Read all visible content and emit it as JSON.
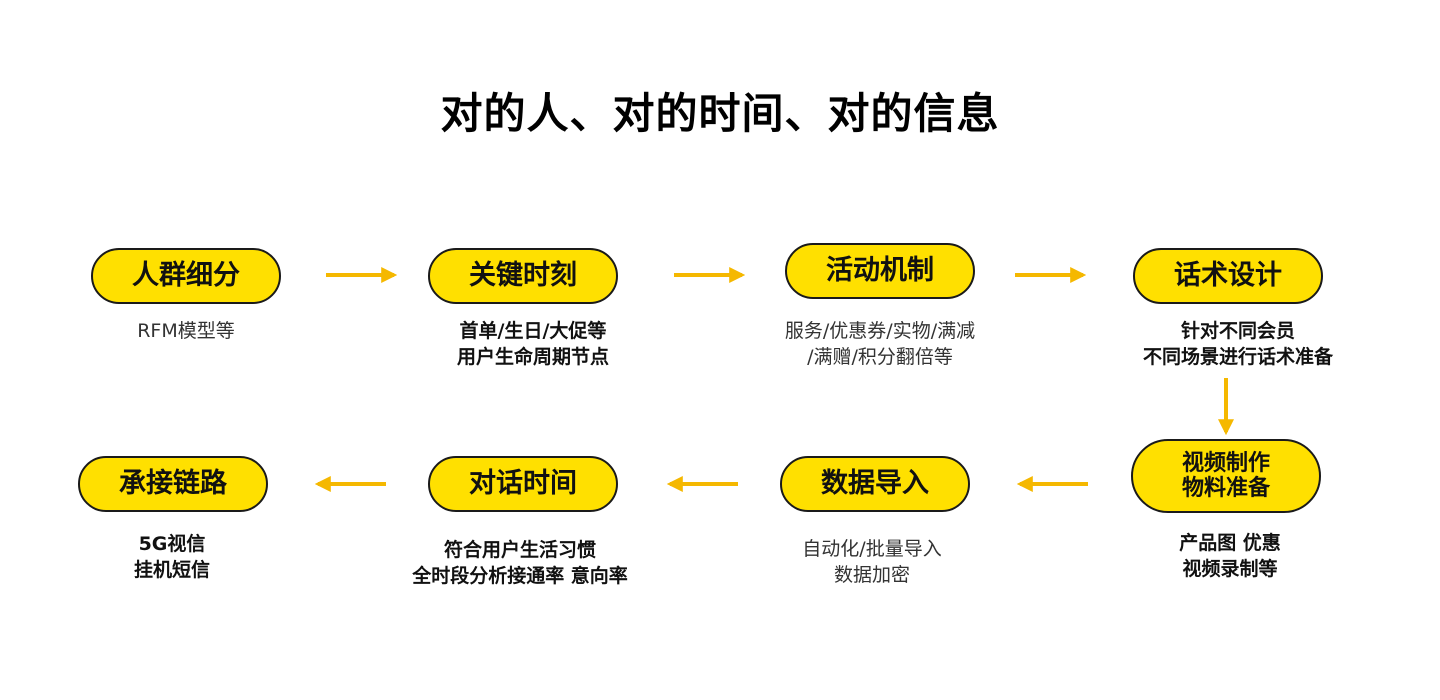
{
  "title": "对的人、对的时间、对的信息",
  "accent_color": "#FFE000",
  "arrow_color": "#F5B800",
  "steps": [
    {
      "label": "人群细分",
      "desc": [
        "RFM模型等"
      ]
    },
    {
      "label": "关键时刻",
      "desc": [
        "首单/生日/大促等",
        "用户生命周期节点"
      ]
    },
    {
      "label": "活动机制",
      "desc": [
        "服务/优惠券/实物/满减",
        "/满赠/积分翻倍等"
      ]
    },
    {
      "label": "话术设计",
      "desc": [
        "针对不同会员",
        "不同场景进行话术准备"
      ]
    },
    {
      "label": [
        "视频制作",
        "物料准备"
      ],
      "desc": [
        "产品图 优惠",
        "视频录制等"
      ]
    },
    {
      "label": "数据导入",
      "desc": [
        "自动化/批量导入",
        "数据加密"
      ]
    },
    {
      "label": "对话时间",
      "desc": [
        "符合用户生活习惯",
        "全时段分析接通率 意向率"
      ]
    },
    {
      "label": "承接链路",
      "desc": [
        "5G视信",
        "挂机短信"
      ]
    }
  ]
}
